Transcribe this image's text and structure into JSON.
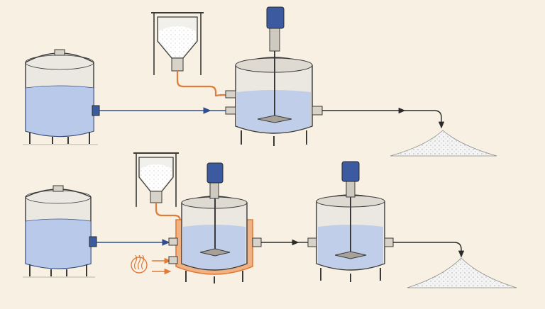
{
  "diagram": {
    "background": "#f7f0e3",
    "colors": {
      "ink": "#3a3a3a",
      "steel_light": "#e9e6df",
      "steel_mid": "#cfcac0",
      "liquid": "#b9c9ea",
      "liquid_dark": "#8ea6d6",
      "water_line": "#2f4d8f",
      "powder_line": "#e07b39",
      "heat": "#e07b39",
      "jacket": "#f0b283",
      "motor": "#3b5aa0",
      "powder": "#eeeeee"
    },
    "process_lines": [
      {
        "id": "line-1",
        "steps": [
          "liquid-storage-tank",
          "powder-hopper",
          "mixing-vessel",
          "product-pile"
        ],
        "icons": [
          "tank-icon",
          "hopper-icon",
          "agitator-icon",
          "powder-pile-icon"
        ]
      },
      {
        "id": "line-2",
        "steps": [
          "liquid-storage-tank",
          "powder-hopper",
          "jacketed-mixing-vessel",
          "second-mixing-vessel",
          "product-pile"
        ],
        "icons": [
          "tank-icon",
          "hopper-icon",
          "heat-icon",
          "agitator-icon",
          "agitator-icon",
          "powder-pile-icon"
        ]
      }
    ]
  }
}
